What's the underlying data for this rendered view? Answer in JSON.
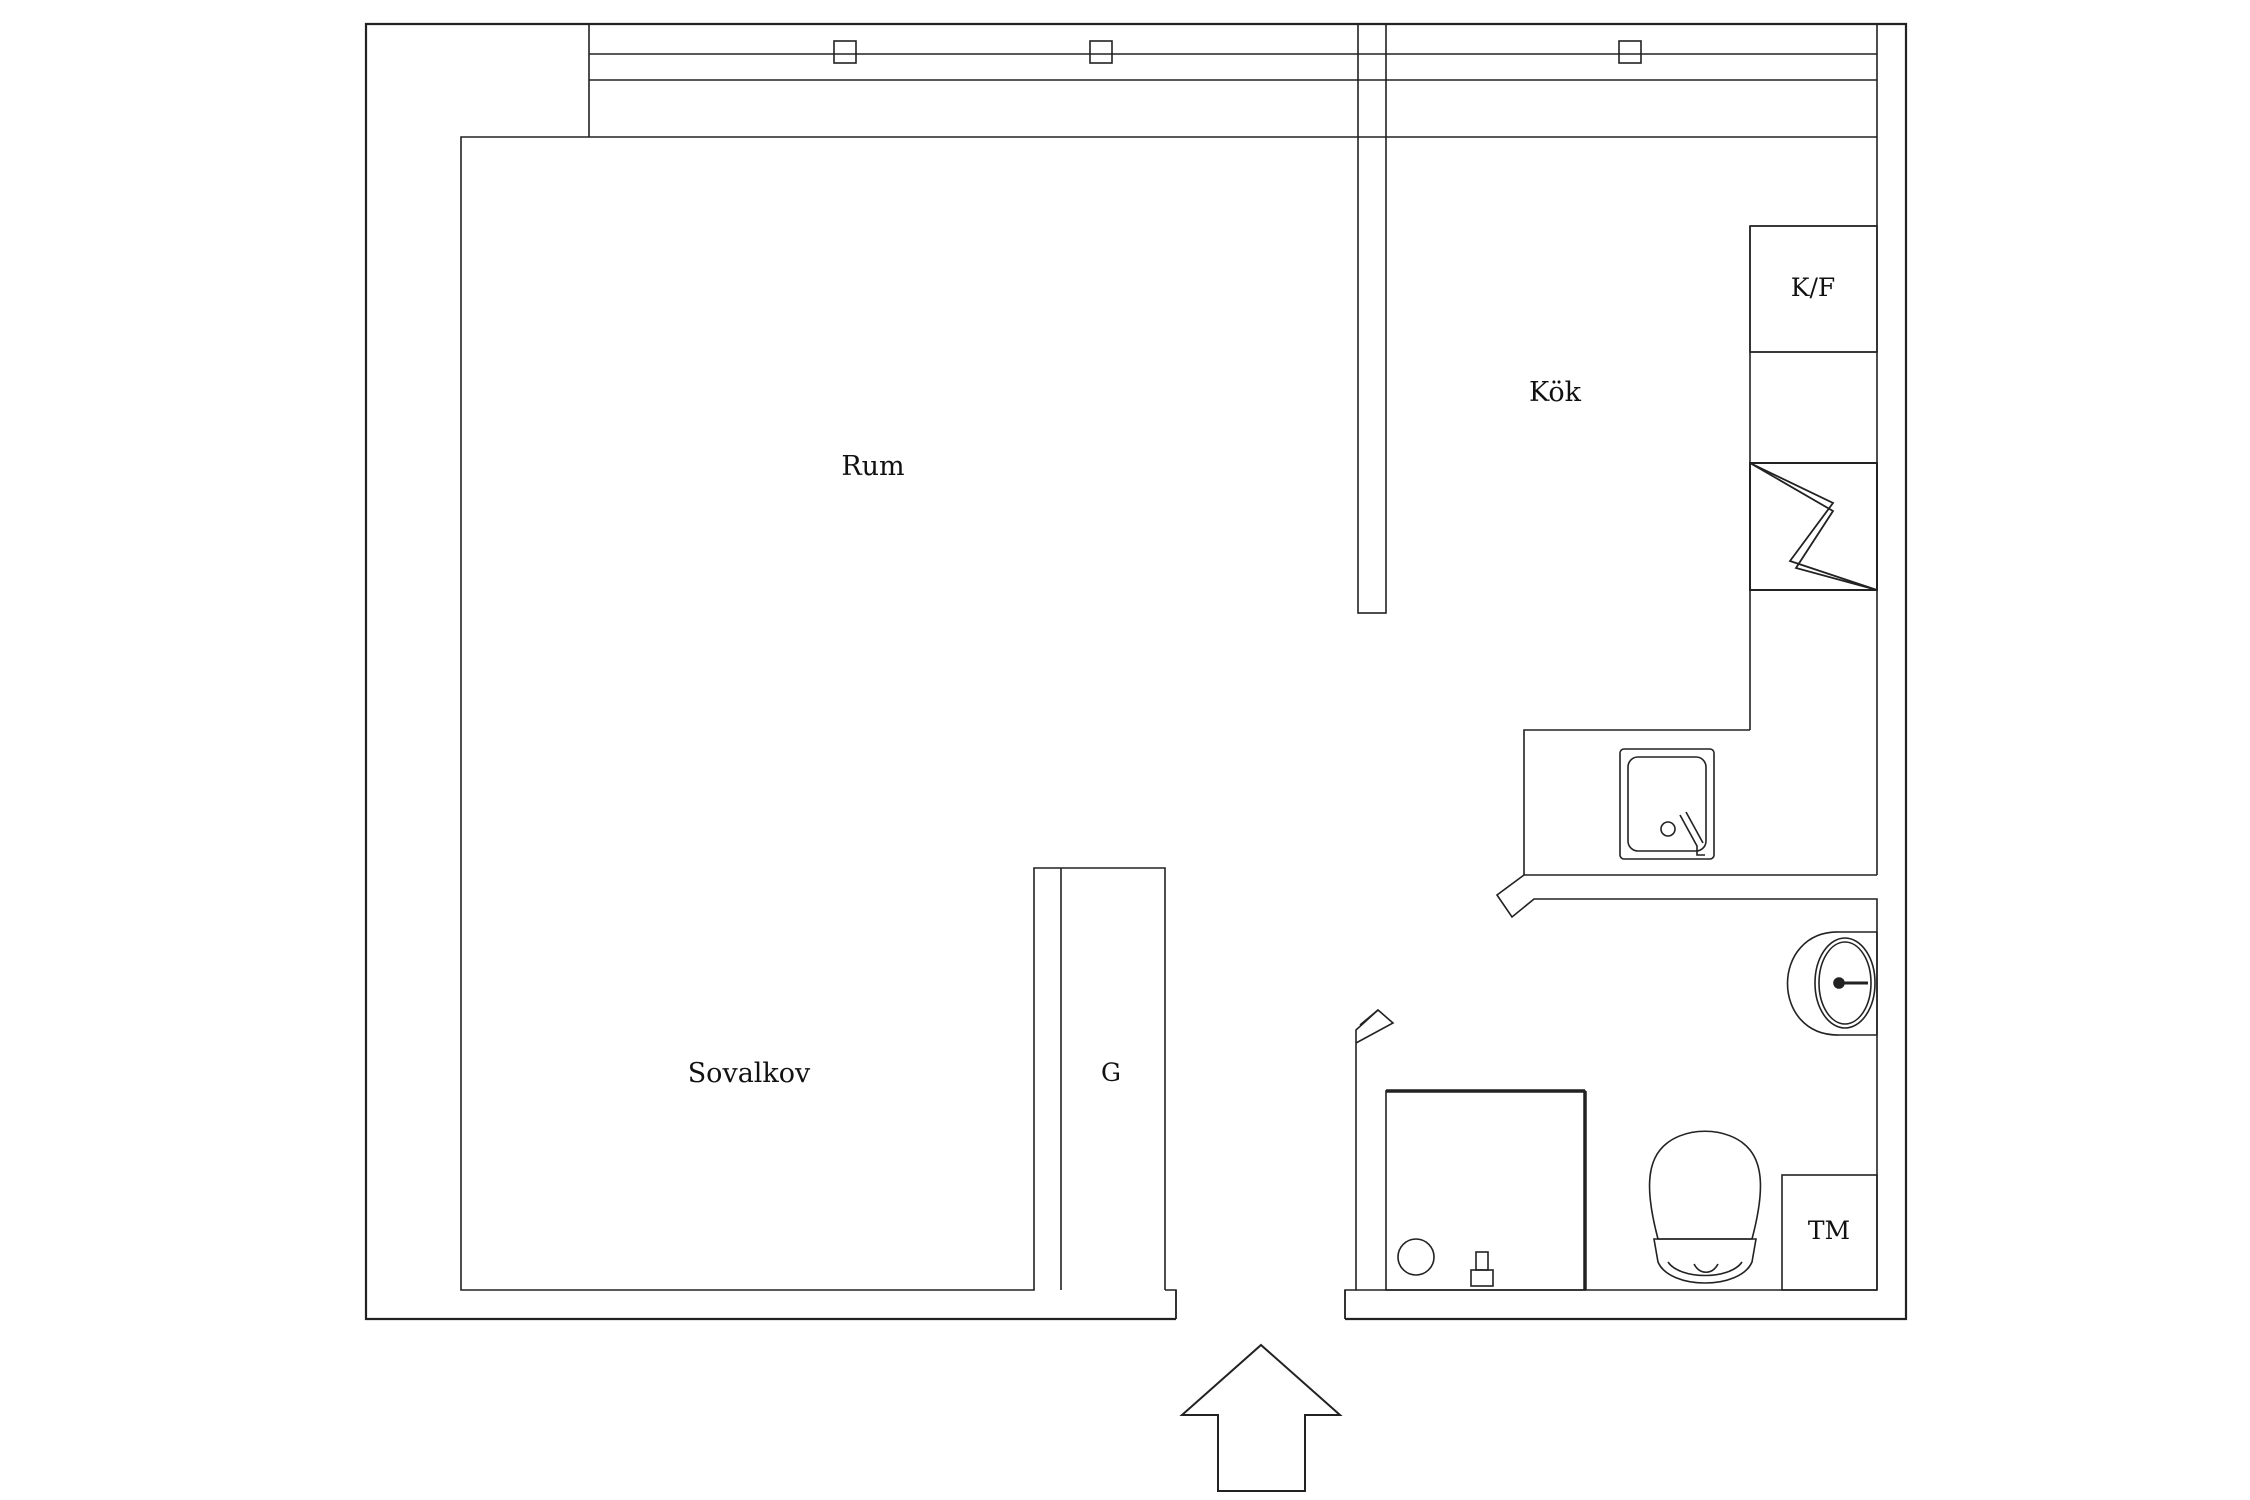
{
  "floor_plan": {
    "rooms": {
      "rum": "Rum",
      "kok": "Kök",
      "sovalkov": "Sovalkov"
    },
    "fixtures": {
      "fridge_freezer": "K/F",
      "wardrobe": "G",
      "washing_machine": "TM"
    },
    "entrance_arrow": "up"
  },
  "colors": {
    "line": "#222222",
    "wall_fill": "#ffffff",
    "background": "#ffffff"
  }
}
